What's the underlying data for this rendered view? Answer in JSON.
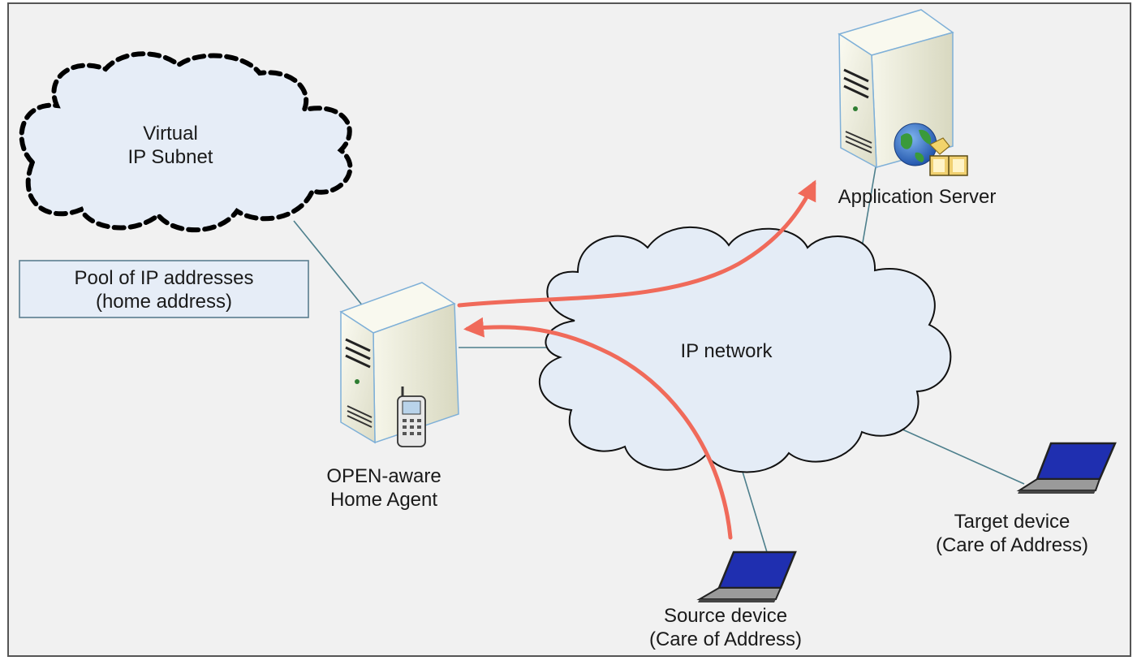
{
  "nodes": {
    "virtual_subnet": {
      "line1": "Virtual",
      "line2": "IP Subnet"
    },
    "address_pool": {
      "line1": "Pool of IP addresses",
      "line2": "(home address)"
    },
    "home_agent": {
      "line1": "OPEN-aware",
      "line2": "Home Agent"
    },
    "ip_network": {
      "label": "IP network"
    },
    "application_server": {
      "label": "Application Server"
    },
    "target_device": {
      "line1": "Target device",
      "line2": "(Care of Address)"
    },
    "source_device": {
      "line1": "Source device",
      "line2": "(Care of Address)"
    }
  },
  "colors": {
    "background": "#f1f1f1",
    "cloud_fill": "#e4ecf6",
    "link": "#4d7f8c",
    "flow_arrow": "#f06a5a",
    "server_body": "#eeeede",
    "server_edge": "#7fb0d8",
    "laptop_screen": "#1f2fb0"
  },
  "icons": [
    "server-icon",
    "server-icon",
    "globe-icon",
    "folder-icon",
    "mobile-phone-icon",
    "laptop-icon",
    "laptop-icon"
  ]
}
